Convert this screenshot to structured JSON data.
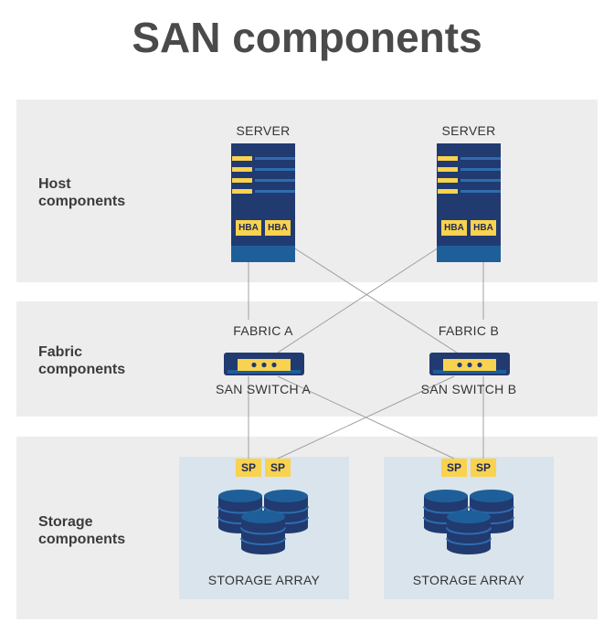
{
  "title": "SAN components",
  "bands": {
    "host": {
      "label_line1": "Host",
      "label_line2": "components"
    },
    "fabric": {
      "label_line1": "Fabric",
      "label_line2": "components"
    },
    "storage": {
      "label_line1": "Storage",
      "label_line2": "components"
    }
  },
  "servers": [
    {
      "label": "SERVER",
      "hba": [
        "HBA",
        "HBA"
      ]
    },
    {
      "label": "SERVER",
      "hba": [
        "HBA",
        "HBA"
      ]
    }
  ],
  "fabrics": [
    {
      "label": "FABRIC A",
      "switch_label": "SAN SWITCH A"
    },
    {
      "label": "FABRIC B",
      "switch_label": "SAN SWITCH B"
    }
  ],
  "storage_arrays": [
    {
      "label": "STORAGE ARRAY",
      "sp": [
        "SP",
        "SP"
      ]
    },
    {
      "label": "STORAGE ARRAY",
      "sp": [
        "SP",
        "SP"
      ]
    }
  ],
  "colors": {
    "band": "#eeedee",
    "storage_box": "#d9e4ec",
    "navy": "#213a70",
    "blue": "#1f5f99",
    "yellow": "#f9d24f",
    "line": "#a0a0a0"
  }
}
